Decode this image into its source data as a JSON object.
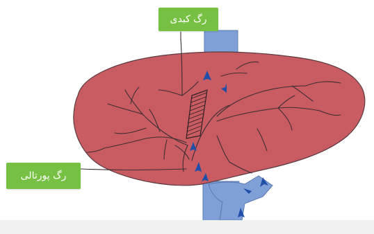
{
  "labels": {
    "hepatic_vein": "رگ کبدی",
    "portal_vein": "رگ پورتالی"
  },
  "colors": {
    "liver": "#c95b62",
    "liver_outline": "#5a3a40",
    "vein": "#7fa0d6",
    "vein_outline": "#5a78b0",
    "arrow": "#1f4fa8",
    "label_bg": "#76c043",
    "label_text": "#ffffff",
    "vessel_line": "#3a2f33"
  },
  "icons": {
    "flow": "blue-arrow-icon",
    "hatched_segment": "hatched-vessel-segment"
  }
}
